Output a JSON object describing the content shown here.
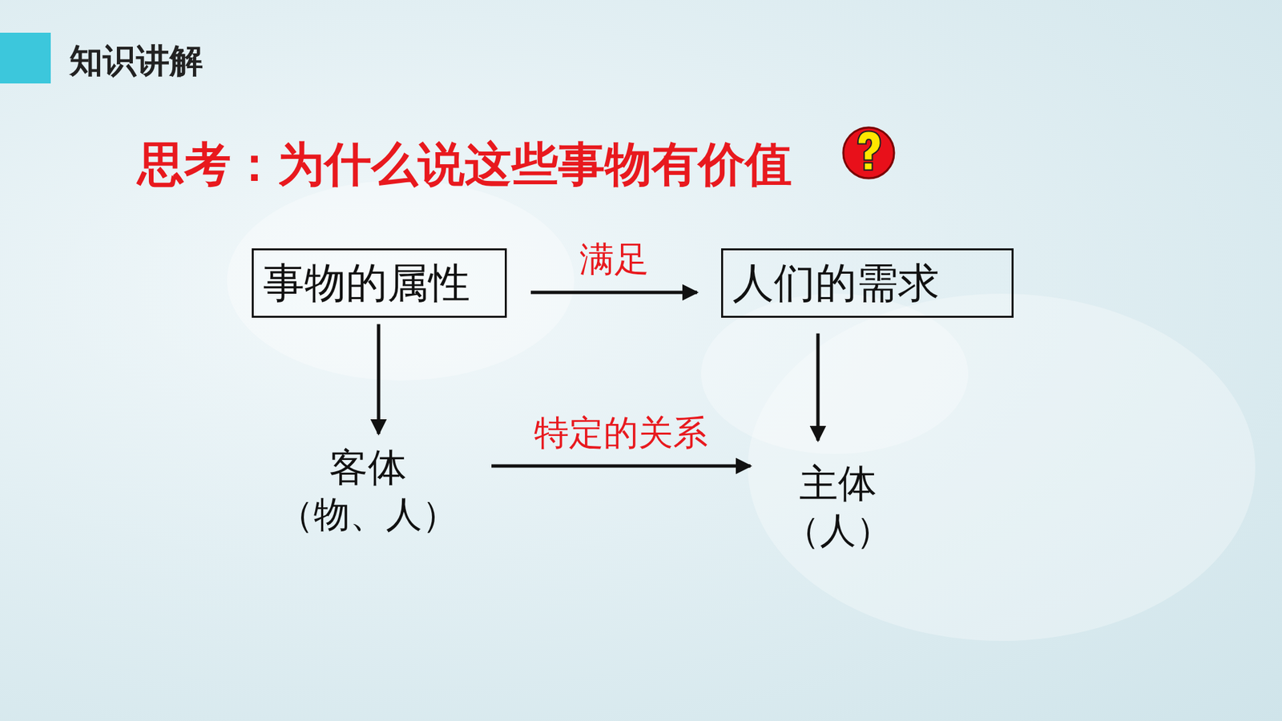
{
  "diagram": {
    "title": "思考：为什么说这些事物有价值",
    "nodes": [
      {
        "text": [
          "事物的属性"
        ]
      },
      {
        "text": [
          "人们的需求"
        ]
      },
      {
        "text": [
          "客体",
          "（物、人）"
        ]
      },
      {
        "text": [
          "主体",
          "（人）"
        ]
      }
    ],
    "edges": [
      {
        "from": 0,
        "to": 1,
        "label": "满足",
        "arrow": "to"
      },
      {
        "from": 0,
        "to": 2,
        "arrow": "to"
      },
      {
        "from": 1,
        "to": 3,
        "arrow": "to"
      },
      {
        "from": 2,
        "to": 3,
        "label": "特定的关系",
        "arrow": "to"
      }
    ],
    "labels": [
      "知识讲解"
    ]
  }
}
